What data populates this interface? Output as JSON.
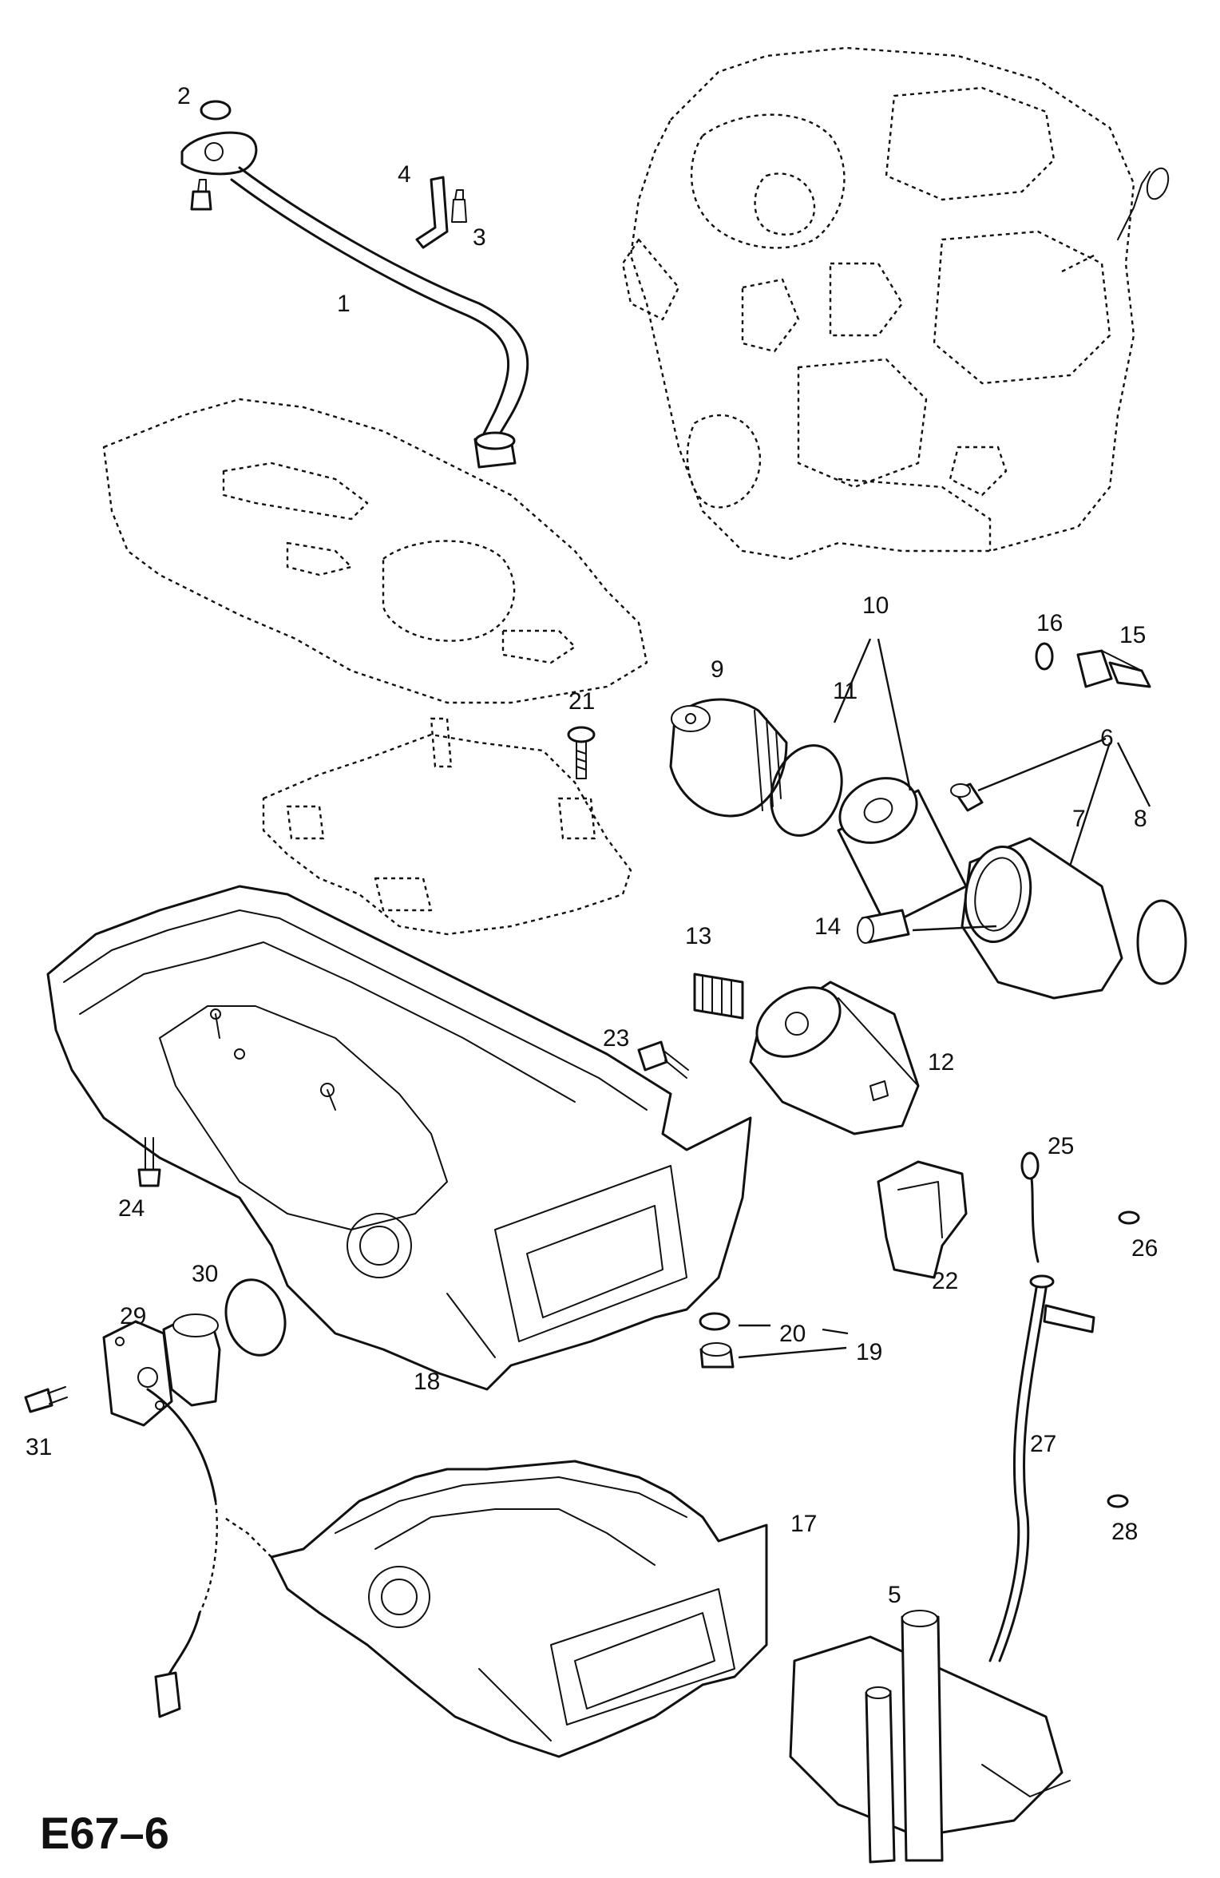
{
  "figure_ref": "E67–6",
  "callouts": {
    "c1": "1",
    "c2": "2",
    "c3": "3",
    "c4": "4",
    "c5": "5",
    "c6": "6",
    "c7": "7",
    "c8": "8",
    "c9": "9",
    "c10": "10",
    "c11": "11",
    "c12": "12",
    "c13": "13",
    "c14": "14",
    "c15": "15",
    "c16": "16",
    "c17": "17",
    "c18": "18",
    "c19": "19",
    "c20": "20",
    "c21": "21",
    "c22": "22",
    "c23": "23",
    "c24": "24",
    "c25": "25",
    "c26": "26",
    "c27": "27",
    "c28": "28",
    "c29": "29",
    "c30": "30",
    "c31": "31"
  }
}
